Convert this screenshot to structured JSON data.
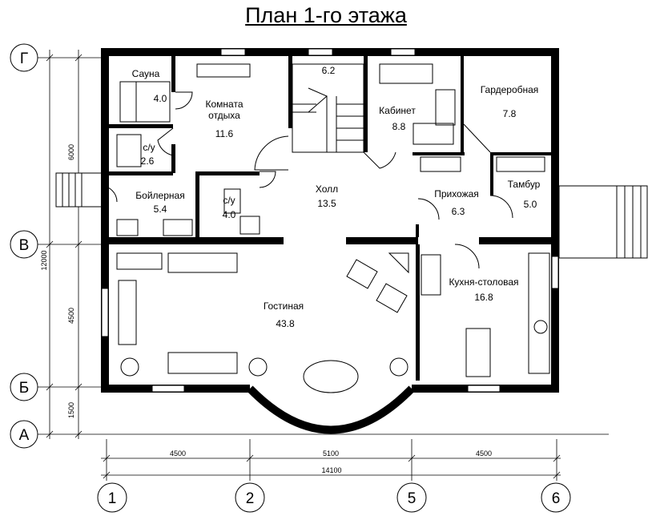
{
  "title": "План 1-го этажа",
  "rooms": [
    {
      "name": "Сауна",
      "area": "4.0"
    },
    {
      "name": "Комната\nотдыха",
      "area": "11.6"
    },
    {
      "name": "",
      "area": "6.2"
    },
    {
      "name": "Кабинет",
      "area": "8.8"
    },
    {
      "name": "Гардеробная",
      "area": "7.8"
    },
    {
      "name": "с/у",
      "area": "2.6"
    },
    {
      "name": "Бойлерная",
      "area": "5.4"
    },
    {
      "name": "с/у",
      "area": "4.0"
    },
    {
      "name": "Холл",
      "area": "13.5"
    },
    {
      "name": "Прихожая",
      "area": "6.3"
    },
    {
      "name": "Тамбур",
      "area": "5.0"
    },
    {
      "name": "Гостиная",
      "area": "43.8"
    },
    {
      "name": "Кухня-столовая",
      "area": "16.8"
    }
  ],
  "axes_rows": [
    "Г",
    "В",
    "Б",
    "А"
  ],
  "axes_cols": [
    "1",
    "2",
    "5",
    "6"
  ],
  "dims_left": [
    "6000",
    "12000",
    "4500",
    "1500"
  ],
  "dims_bottom": [
    "4500",
    "5100",
    "4500"
  ],
  "dims_total": "14100"
}
